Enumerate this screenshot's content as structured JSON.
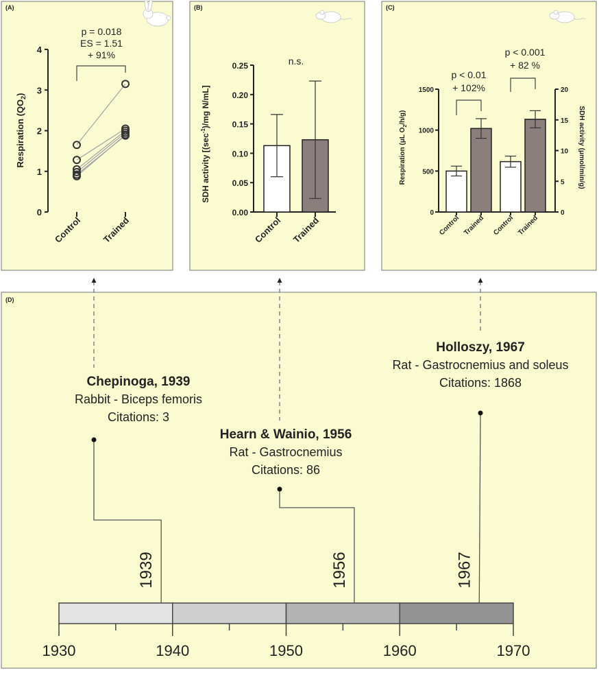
{
  "colors": {
    "panel_bg": "#fbfbd2",
    "panel_border": "#8c8c8c",
    "ink": "#222222",
    "connector": "#8a8a8a",
    "bar_control": "#ffffff",
    "bar_trained": "#8a7f7d",
    "line_gray": "#a3a3a3",
    "decade_colors": [
      "#e4e4e4",
      "#cfcfcf",
      "#b3b3b3",
      "#949494"
    ]
  },
  "icons": {
    "panel_a": "rabbit-icon",
    "panel_b": "rat-icon",
    "panel_c": "rat-icon"
  },
  "chart_data": [
    {
      "panel": "(A)",
      "type": "scatter",
      "categories": [
        "Control",
        "Trained"
      ],
      "ylabel": "Respiration (QO",
      "ylabel_sub": "2",
      "ylabel_end": ")",
      "ylim": [
        0,
        4
      ],
      "yticks": [
        "0",
        "1",
        "2",
        "3",
        "4"
      ],
      "pairs": [
        [
          1.65,
          3.15
        ],
        [
          1.28,
          2.05
        ],
        [
          1.05,
          2.0
        ],
        [
          0.98,
          1.95
        ],
        [
          0.92,
          1.88
        ],
        [
          0.88,
          1.9
        ]
      ],
      "annotation": [
        "p = 0.018",
        "ES = 1.51",
        "+ 91%"
      ]
    },
    {
      "panel": "(B)",
      "type": "bar",
      "categories": [
        "Control",
        "Trained"
      ],
      "values": [
        0.113,
        0.123
      ],
      "err": [
        0.053,
        0.1
      ],
      "ylabel": "SDH activity [(sec",
      "ylabel_sup": "-1",
      "ylabel_end": ")/mg N/mL]",
      "ylim": [
        0,
        0.25
      ],
      "yticks": [
        "0.00",
        "0.05",
        "0.10",
        "0.15",
        "0.20",
        "0.25"
      ],
      "annotation": "n.s."
    },
    {
      "panel": "(C)",
      "type": "bar",
      "categories": [
        "Control",
        "Trained",
        "Control",
        "Trained"
      ],
      "left_values": [
        500,
        1020
      ],
      "left_err": [
        60,
        120
      ],
      "right_values": [
        8.2,
        15.1
      ],
      "right_err": [
        0.9,
        1.4
      ],
      "ylabel_left": "Respiration (μL O",
      "ylabel_left_sub": "2",
      "ylabel_left_end": "/h/g)",
      "ylabel_right": "SDH activity (μmol/min/g)",
      "ylim_left": [
        0,
        1500
      ],
      "ylim_right": [
        0,
        20
      ],
      "yticks_left": [
        "0",
        "500",
        "1000",
        "1500"
      ],
      "yticks_right": [
        "0",
        "5",
        "10",
        "15",
        "20"
      ],
      "annotation_left": [
        "p < 0.01",
        "+ 102%"
      ],
      "annotation_right": [
        "p < 0.001",
        "+ 82 %"
      ]
    }
  ],
  "timeline": {
    "panel": "(D)",
    "axis_labels": [
      "1930",
      "1940",
      "1950",
      "1960",
      "1970"
    ],
    "range": [
      1930,
      1970
    ],
    "events": [
      {
        "year": 1939,
        "year_label": "1939",
        "title": "Chepinoga, 1939",
        "subject": "Rabbit - Biceps femoris",
        "citations": "Citations:  3"
      },
      {
        "year": 1956,
        "year_label": "1956",
        "title": "Hearn & Wainio, 1956",
        "subject": "Rat - Gastrocnemius",
        "citations": "Citations: 86"
      },
      {
        "year": 1967,
        "year_label": "1967",
        "title": "Holloszy, 1967",
        "subject": "Rat - Gastrocnemius and soleus",
        "citations": "Citations: 1868"
      }
    ]
  }
}
